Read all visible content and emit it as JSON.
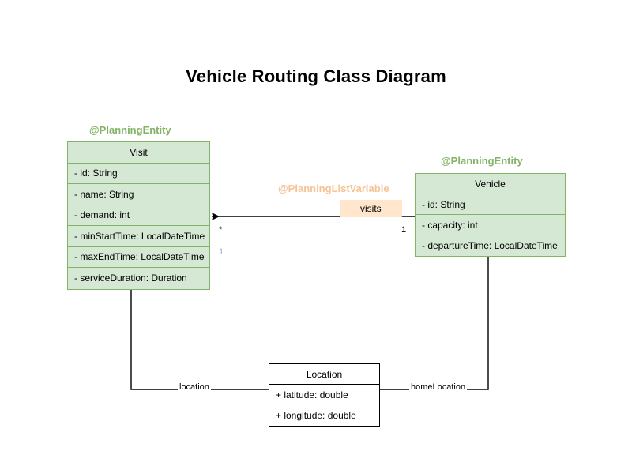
{
  "title": "Vehicle Routing Class Diagram",
  "colors": {
    "class_fill_green": "#d5e8d4",
    "class_stroke_green": "#82b366",
    "class_fill_plain": "#ffffff",
    "class_stroke_plain": "#000000",
    "stereotype_green": "#82b366",
    "stereotype_orange": "#f5c396",
    "badge_fill": "#ffe6cc",
    "multiplicity_lavender": "#b39ddb",
    "edge_stroke": "#000000",
    "background": "#ffffff"
  },
  "stereotypes": {
    "visit": "@PlanningEntity",
    "vehicle": "@PlanningEntity",
    "visits": "@PlanningListVariable"
  },
  "classes": {
    "visit": {
      "name": "Visit",
      "attributes": [
        "- id: String",
        "- name: String",
        "- demand: int",
        "- minStartTime: LocalDateTime",
        "- maxEndTime: LocalDateTime",
        "- serviceDuration: Duration"
      ]
    },
    "vehicle": {
      "name": "Vehicle",
      "attributes": [
        "- id: String",
        "- capacity: int",
        "- departureTime: LocalDateTime"
      ]
    },
    "location": {
      "name": "Location",
      "attributes": [
        "+ latitude: double",
        "+ longitude: double"
      ]
    }
  },
  "edges": {
    "visits_label": "visits",
    "visits_mult_source": "*",
    "visits_mult_source_alt": "1",
    "visits_mult_target": "1",
    "visit_location_label": "location",
    "vehicle_location_label": "homeLocation"
  }
}
